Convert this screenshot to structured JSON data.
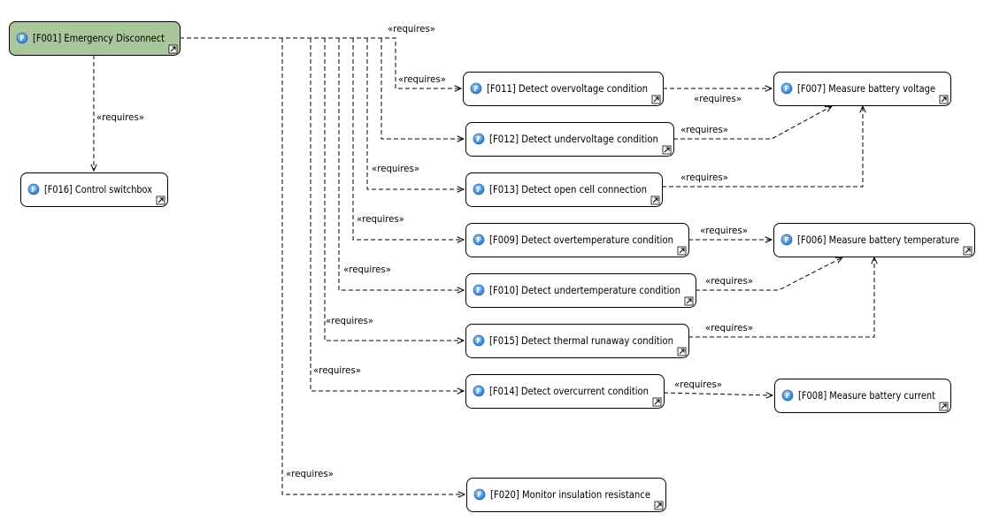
{
  "nodes": [
    {
      "id": "F001",
      "label": "[F001] Emergency Disconnect",
      "selected": true,
      "icon": "feature-icon",
      "icon_letter": "F"
    },
    {
      "id": "F016",
      "label": "[F016] Control switchbox",
      "icon": "feature-icon",
      "icon_letter": "F"
    },
    {
      "id": "F011",
      "label": "[F011] Detect overvoltage condition",
      "icon": "feature-icon",
      "icon_letter": "F"
    },
    {
      "id": "F012",
      "label": "[F012] Detect undervoltage condition",
      "icon": "feature-icon",
      "icon_letter": "F"
    },
    {
      "id": "F013",
      "label": "[F013] Detect open cell connection",
      "icon": "feature-icon",
      "icon_letter": "F"
    },
    {
      "id": "F009",
      "label": "[F009] Detect overtemperature condition",
      "icon": "feature-icon",
      "icon_letter": "F"
    },
    {
      "id": "F010",
      "label": "[F010] Detect undertemperature condition",
      "icon": "feature-icon",
      "icon_letter": "F"
    },
    {
      "id": "F015",
      "label": "[F015] Detect thermal runaway condition",
      "icon": "feature-icon",
      "icon_letter": "F"
    },
    {
      "id": "F014",
      "label": "[F014] Detect overcurrent condition",
      "icon": "feature-icon",
      "icon_letter": "F"
    },
    {
      "id": "F020",
      "label": "[F020] Monitor insulation resistance",
      "icon": "feature-icon",
      "icon_letter": "F"
    },
    {
      "id": "F007",
      "label": "[F007] Measure battery voltage",
      "icon": "feature-icon",
      "icon_letter": "F"
    },
    {
      "id": "F006",
      "label": "[F006] Measure battery temperature",
      "icon": "feature-icon",
      "icon_letter": "F"
    },
    {
      "id": "F008",
      "label": "[F008] Measure battery current",
      "icon": "feature-icon",
      "icon_letter": "F"
    }
  ],
  "edges": [
    {
      "from": "F001",
      "to": "F016",
      "label": "«requires»"
    },
    {
      "from": "F001",
      "to": "F011",
      "label": "«requires»"
    },
    {
      "from": "F001",
      "to": "F012",
      "label": "«requires»"
    },
    {
      "from": "F001",
      "to": "F013",
      "label": "«requires»"
    },
    {
      "from": "F001",
      "to": "F009",
      "label": "«requires»"
    },
    {
      "from": "F001",
      "to": "F010",
      "label": "«requires»"
    },
    {
      "from": "F001",
      "to": "F015",
      "label": "«requires»"
    },
    {
      "from": "F001",
      "to": "F014",
      "label": "«requires»"
    },
    {
      "from": "F001",
      "to": "F020",
      "label": "«requires»"
    },
    {
      "from": "F011",
      "to": "F007",
      "label": "«requires»"
    },
    {
      "from": "F012",
      "to": "F007",
      "label": "«requires»"
    },
    {
      "from": "F013",
      "to": "F007",
      "label": "«requires»"
    },
    {
      "from": "F009",
      "to": "F006",
      "label": "«requires»"
    },
    {
      "from": "F010",
      "to": "F006",
      "label": "«requires»"
    },
    {
      "from": "F015",
      "to": "F006",
      "label": "«requires»"
    },
    {
      "from": "F014",
      "to": "F008",
      "label": "«requires»"
    }
  ],
  "top_label": "«requires»",
  "colors": {
    "selected_fill": "#a9c79a",
    "node_fill": "#ffffff",
    "node_stroke": "#000000",
    "icon_fill": "#3d8fd6",
    "icon_stroke": "#2a6aa8"
  }
}
